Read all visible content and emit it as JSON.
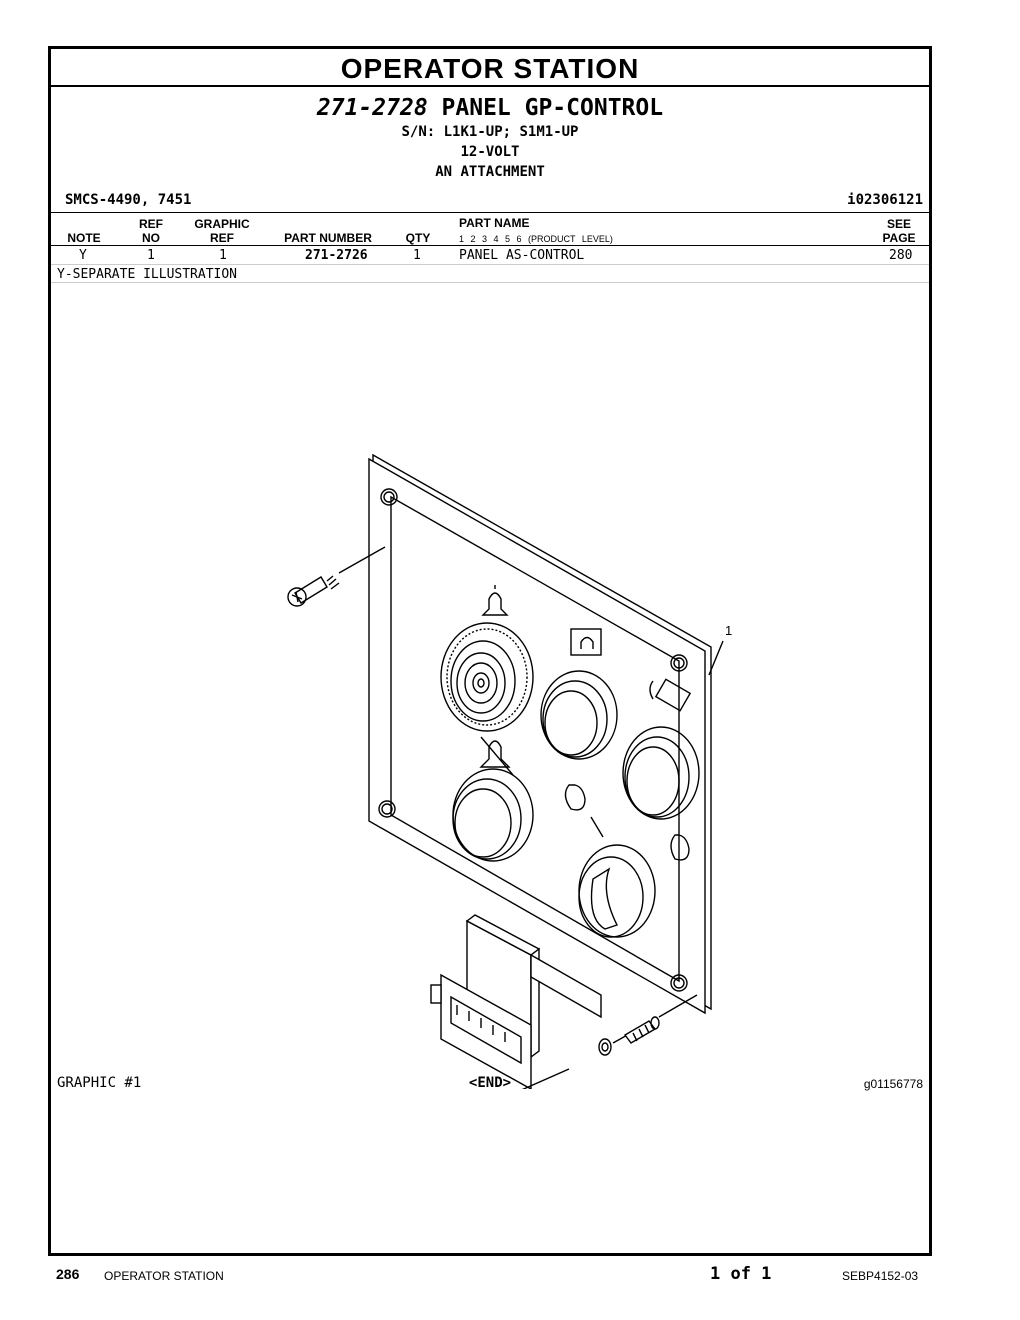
{
  "section": "OPERATOR STATION",
  "group": {
    "part_number": "271-2728",
    "name": "PANEL GP-CONTROL",
    "serial": "S/N: L1K1-UP; S1M1-UP",
    "voltage": "12-VOLT",
    "attachment": "AN ATTACHMENT",
    "smcs": "SMCS-4490, 7451",
    "illustration_id": "i02306121"
  },
  "columns": {
    "note": "NOTE",
    "ref_top": "REF",
    "ref_bottom": "NO",
    "graphic_top": "GRAPHIC",
    "graphic_bottom": "REF",
    "part_number": "PART NUMBER",
    "qty": "QTY",
    "part_name": "PART NAME",
    "levels": "1 2 3 4 5 6 (PRODUCT LEVEL)",
    "see_top": "SEE",
    "see_bottom": "PAGE"
  },
  "rows": [
    {
      "note": "Y",
      "ref": "1",
      "graphic_ref": "1",
      "part_number": "271-2726",
      "qty": "1",
      "part_name": "PANEL AS-CONTROL",
      "see_page": "280"
    }
  ],
  "notes": [
    "Y-SEPARATE ILLUSTRATION"
  ],
  "graphic": {
    "label": "GRAPHIC #1",
    "end": "<END>",
    "id": "g01156778",
    "callout": "1"
  },
  "footer": {
    "page_number": "286",
    "section": "OPERATOR STATION",
    "page_of": "1 of 1",
    "doc_id": "SEBP4152-03"
  }
}
